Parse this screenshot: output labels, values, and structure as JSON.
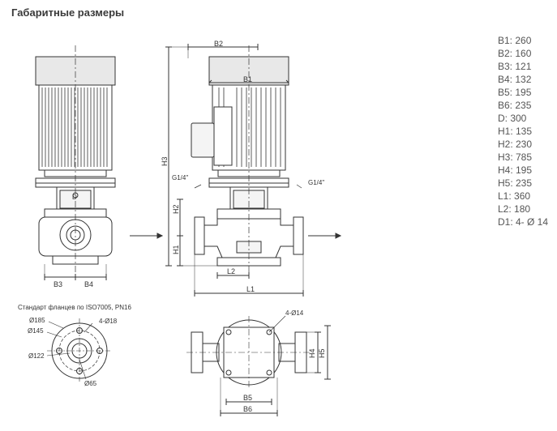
{
  "title": "Габаритные размеры",
  "dimensions": [
    {
      "label": "B1: 260"
    },
    {
      "label": "B2: 160"
    },
    {
      "label": "B3: 121"
    },
    {
      "label": "B4: 132"
    },
    {
      "label": "B5: 195"
    },
    {
      "label": "B6: 235"
    },
    {
      "label": "D: 300"
    },
    {
      "label": "H1: 135"
    },
    {
      "label": "H2: 230"
    },
    {
      "label": "H3: 785"
    },
    {
      "label": "H4: 195"
    },
    {
      "label": "H5: 235"
    },
    {
      "label": "L1: 360"
    },
    {
      "label": "L2: 180"
    },
    {
      "label": "D1: 4- Ø 14"
    }
  ],
  "drawing": {
    "front": {
      "b3": "B3",
      "b4": "B4",
      "d": "D"
    },
    "side": {
      "b2": "B2",
      "b1": "B1",
      "h3": "H3",
      "h2": "H2",
      "h1": "H1",
      "l2": "L2",
      "l1": "L1",
      "g_left": "G1/4\"",
      "g_right": "G1/4\""
    },
    "flange": {
      "caption": "Стандарт фланцев по ISO7005, PN16",
      "d185": "Ø185",
      "d145": "Ø145",
      "d18": "4-Ø18",
      "d122": "Ø122",
      "d65": "Ø65"
    },
    "top": {
      "holes": "4-Ø14",
      "h4": "H4",
      "h5": "H5",
      "b5": "B5",
      "b6": "B6"
    }
  }
}
